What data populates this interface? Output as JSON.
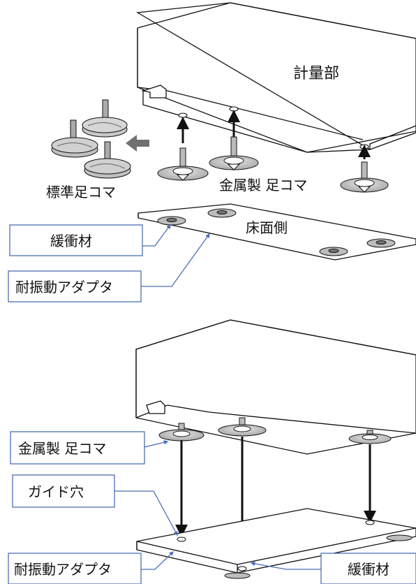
{
  "top": {
    "unit_label": "計量部",
    "standard_foot_label": "標準足コマ",
    "metal_foot_label": "金属製 足コマ",
    "floor_side_label": "床面側",
    "cushion_callout": "緩衝材",
    "adapter_callout": "耐振動アダプタ"
  },
  "bottom": {
    "metal_foot_callout": "金属製 足コマ",
    "guide_hole_callout": "ガイド穴",
    "adapter_callout": "耐振動アダプタ",
    "cushion_callout": "緩衝材"
  },
  "colors": {
    "line": "#111111",
    "callout_border": "#4a6fb5",
    "callout_leader": "#4a6fb5",
    "arrow_gray": "#707070",
    "foot_fill": "#c8c8c8",
    "foot_shade": "#9a9a9a"
  }
}
